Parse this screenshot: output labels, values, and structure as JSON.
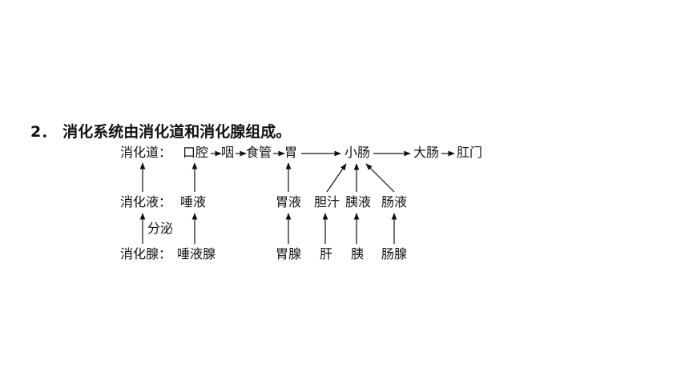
{
  "heading": {
    "number": "2．",
    "text": "消化系统由消化道和消化腺组成。"
  },
  "diagram": {
    "row_labels": {
      "tract": "消化道：",
      "juice": "消化液：",
      "gland": "消化腺："
    },
    "tract": {
      "mouth": "口腔",
      "pharynx": "咽",
      "esophagus": "食管",
      "stomach": "胃",
      "small_intestine": "小肠",
      "large_intestine": "大肠",
      "anus": "肛门"
    },
    "juices": {
      "saliva": "唾液",
      "gastric": "胃液",
      "bile": "胆汁",
      "pancreatic": "胰液",
      "intestinal": "肠液"
    },
    "secretion_label": "分泌",
    "glands": {
      "salivary": "唾液腺",
      "gastric": "胃腺",
      "liver": "肝",
      "pancreas": "胰",
      "intestinal": "肠腺"
    }
  }
}
